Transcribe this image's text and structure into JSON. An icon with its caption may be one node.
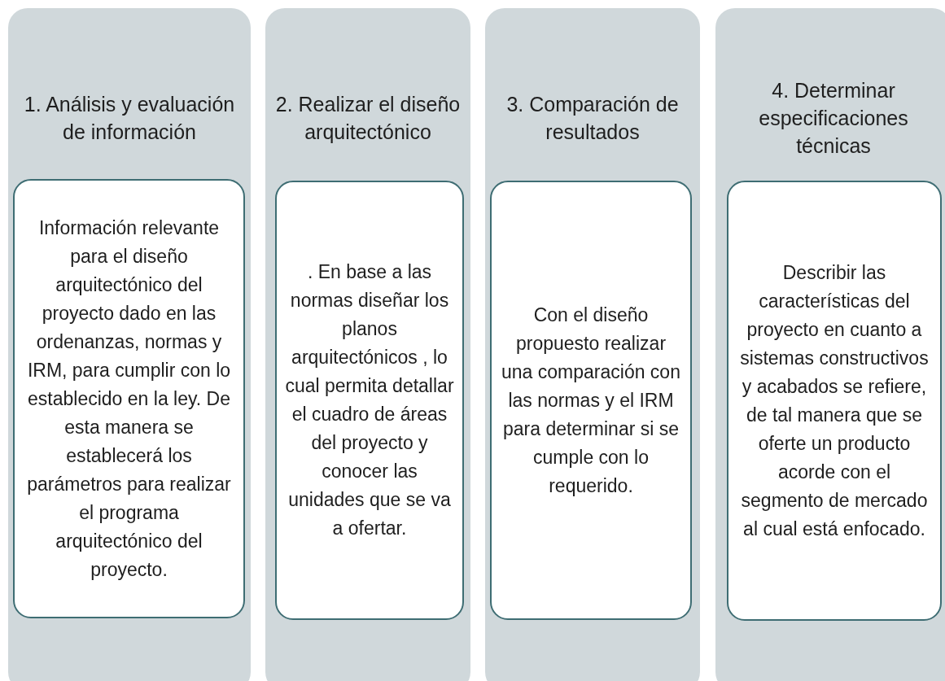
{
  "diagram": {
    "nodes": [
      {
        "text": [
          "1. Análisis y evaluación de información"
        ]
      },
      {
        "text": [
          "Información relevante para el diseño arquitectónico del proyecto dado en las ordenanzas, normas y IRM, para cumplir con lo establecido en la ley. De esta manera se establecerá los parámetros para realizar el programa arquitectónico del proyecto."
        ],
        "in": 0
      },
      {
        "text": [
          "2. Realizar el diseño arquitectónico"
        ]
      },
      {
        "text": [
          ". En base a las normas diseñar los planos arquitectónicos , lo cual permita detallar el cuadro de áreas del proyecto y conocer las unidades que se va a ofertar."
        ],
        "in": 2
      },
      {
        "text": [
          "3. Comparación de resultados"
        ]
      },
      {
        "text": [
          "Con el diseño propuesto realizar una comparación con las normas y el IRM para determinar si se cumple con lo requerido."
        ],
        "in": 4
      },
      {
        "text": [
          "4. Determinar especificaciones técnicas"
        ]
      },
      {
        "text": [
          "Describir las características del proyecto en cuanto a sistemas constructivos y acabados se refiere, de tal manera que se oferte un producto acorde con el segmento de mercado al cual está enfocado."
        ],
        "in": 6
      }
    ]
  }
}
